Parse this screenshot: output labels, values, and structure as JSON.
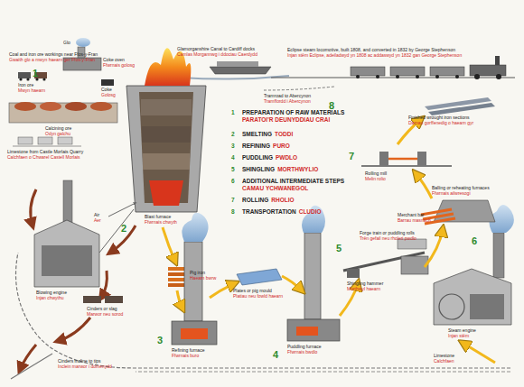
{
  "diagram": {
    "labels": [
      "Coal and iron ore workings near Ffos-y-Fran",
      "Gwaith glo a mwyn haearn ger Ffos-y-Fran",
      "Glo",
      "Coke oven",
      "Ffwrnais golosg",
      "Iron ore",
      "Mwyn haearn",
      "Coke",
      "Golosg",
      "Calcining ore",
      "Odyn galchu",
      "Limestone from Castle Morlais Quarry",
      "Calchfaen o Chwarel Castell Morlais",
      "Glamorganshire Canal to Cardiff docks",
      "Camlas Morgannwg i ddociau Caerdydd",
      "Eclipse steam locomotive, built 1808, and converted in 1832 by George Stephenson",
      "Injan stêm Eclipse, adeiladwyd yn 1808 ac addaswyd yn 1832 gan George Stephenson",
      "Tramroad to Abercynon",
      "Tramffordd i Abercynon",
      "Finished wrought iron sections",
      "Darnau gorffenedig o haearn gyr",
      "Rolling mill",
      "Melin rolio",
      "Balling or reheating furnaces",
      "Ffwrnais ailwresogi",
      "Merchant bar",
      "Barrau masnach",
      "Blast furnace",
      "Ffwrnais chwyth",
      "Air",
      "Aer",
      "Forge train or puddling rolls",
      "Trên gefail neu rholeri pwdlo",
      "Shingling hammer",
      "Morthwyl haearn",
      "Steam engine",
      "Injan stêm",
      "Blowing engine",
      "Injan chwythu",
      "Pig iron",
      "Haearn bwrw",
      "Cinders or slag",
      "Marwor neu sorod",
      "Plates or pig mould",
      "Platiau neu fowld haearn",
      "Refining furnace",
      "Ffwrnais buro",
      "Puddling furnace",
      "Ffwrnais bwdlo",
      "Limestone",
      "Calchfaen",
      "Cinders incline to tips",
      "Inclein marwor i domenydd",
      "1",
      "2",
      "3",
      "4",
      "5",
      "6",
      "7",
      "8",
      "1",
      "PREPARATION OF RAW MATERIALS",
      "PARATOI'R DEUNYDDIAU CRAI",
      "2",
      "SMELTING",
      "TODDI",
      "3",
      "REFINING",
      "PURO",
      "4",
      "PUDDLING",
      "PWDLO",
      "5",
      "SHINGLING",
      "MORTHWYLIO",
      "6",
      "ADDITIONAL INTERMEDIATE STEPS",
      "CAMAU YCHWANEGOL",
      "7",
      "ROLLING",
      "RHOLIO",
      "8",
      "TRANSPORTATION",
      "CLUDIO"
    ]
  }
}
